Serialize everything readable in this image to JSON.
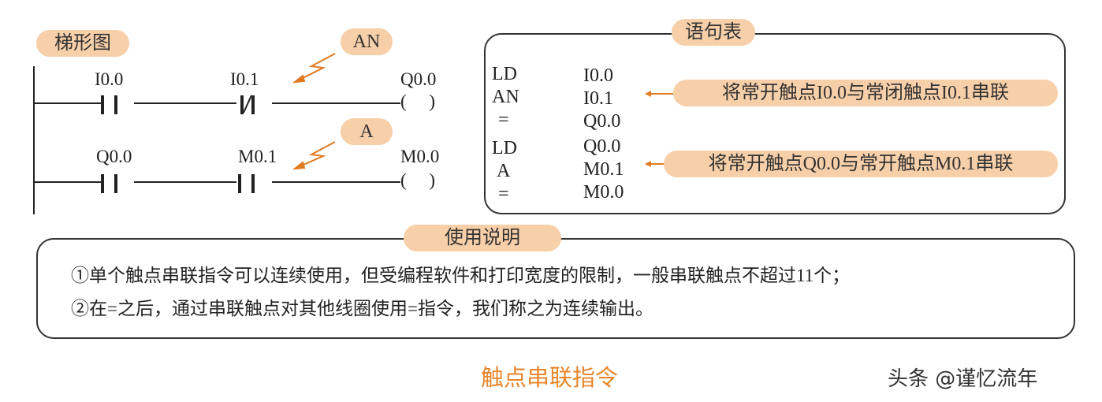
{
  "ladder": {
    "title": "梯形图",
    "an_tag": "AN",
    "a_tag": "A",
    "rung1": {
      "contact1": "I0.0",
      "contact2": "I0.1",
      "coil": "Q0.0",
      "coil_symbol": "(     )"
    },
    "rung2": {
      "contact1": "Q0.0",
      "contact2": "M0.1",
      "coil": "M0.0",
      "coil_symbol": "(     )"
    }
  },
  "statements": {
    "title": "语句表",
    "rows": [
      {
        "op": "LD",
        "arg": "I0.0"
      },
      {
        "op": "AN",
        "arg": "I0.1"
      },
      {
        "op": "=",
        "arg": "Q0.0"
      },
      {
        "op": "LD",
        "arg": "Q0.0"
      },
      {
        "op": "A",
        "arg": "M0.1"
      },
      {
        "op": "=",
        "arg": "M0.0"
      }
    ],
    "note1": "将常开触点I0.0与常闭触点I0.1串联",
    "note2": "将常开触点Q0.0与常开触点M0.1串联"
  },
  "usage": {
    "title": "使用说明",
    "line1": "①单个触点串联指令可以连续使用，但受编程软件和打印宽度的限制，一般串联触点不超过11个；",
    "line2": "②在=之后，通过串联触点对其他线圈使用=指令，我们称之为连续输出。"
  },
  "caption": "触点串联指令",
  "watermark": "头条 @谨忆流年"
}
